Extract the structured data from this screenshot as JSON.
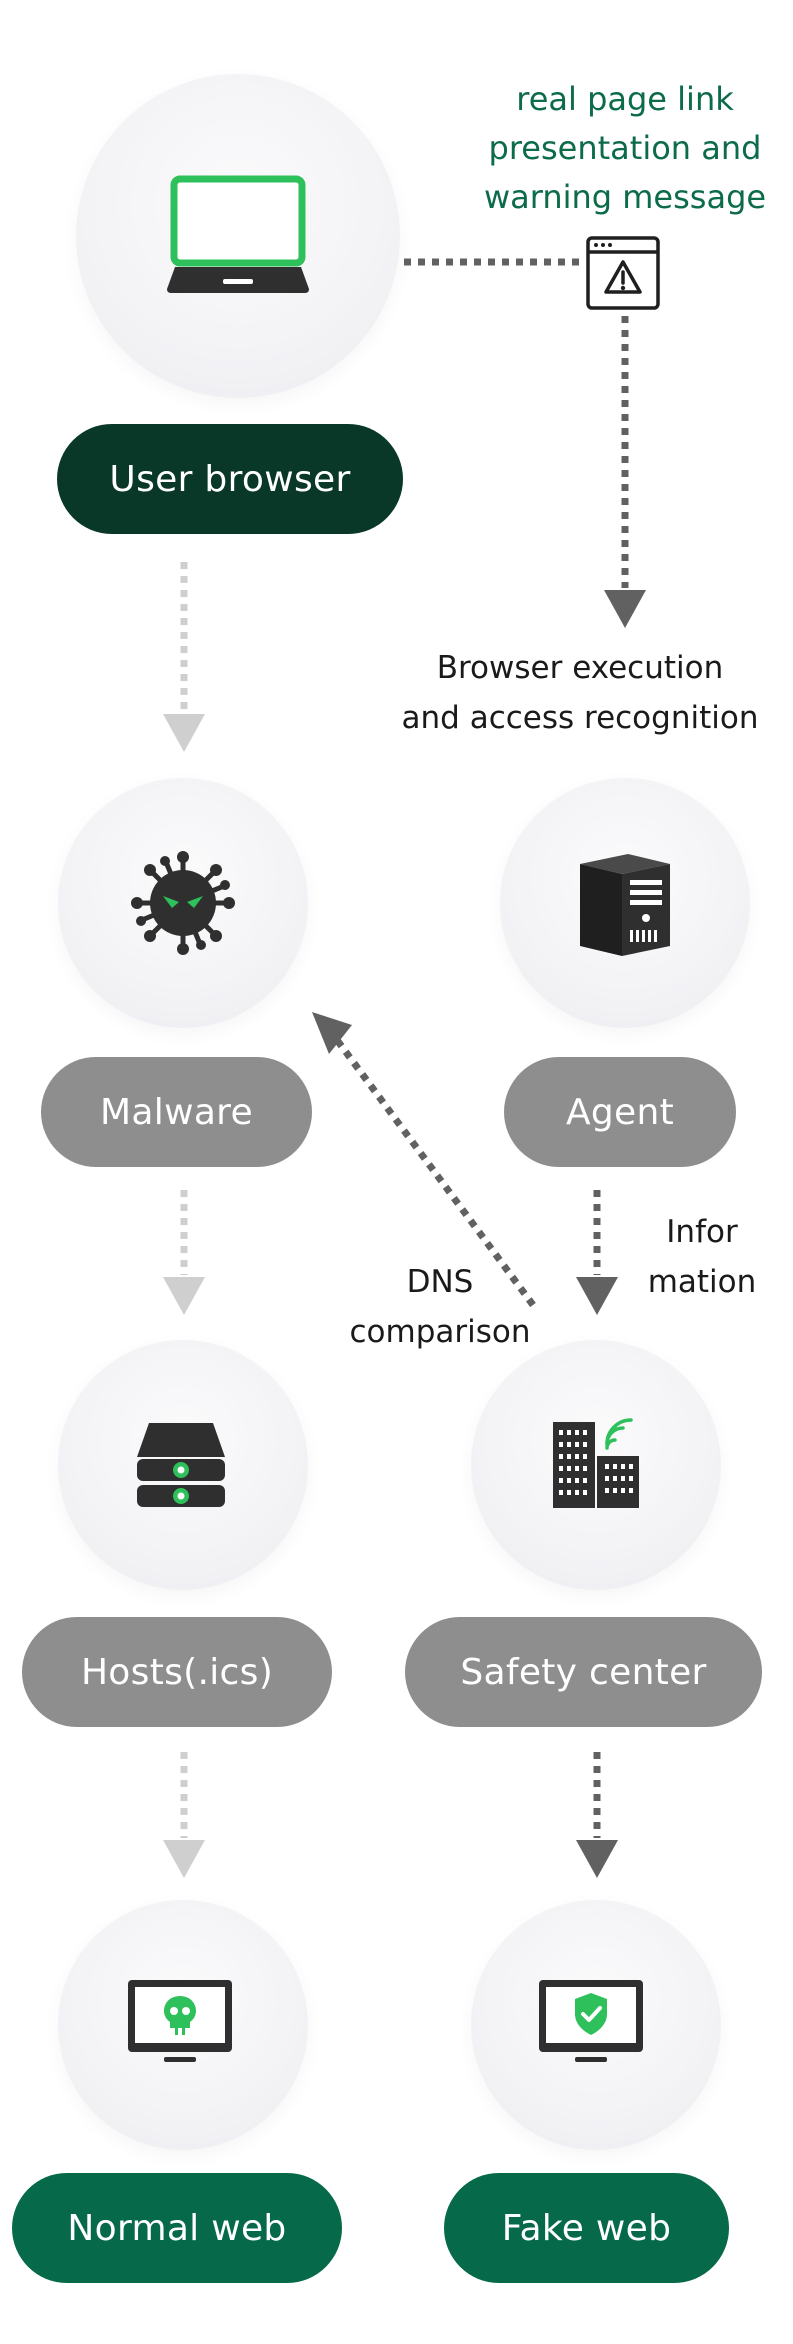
{
  "annotation": {
    "lines": [
      "real page link",
      "presentation and",
      "warning message"
    ],
    "color": "#0c6b48"
  },
  "nodes": {
    "user_browser": {
      "label": "User browser",
      "color": "#093829",
      "icon": "laptop-icon"
    },
    "malware": {
      "label": "Malware",
      "color": "#8e8e8e",
      "icon": "virus-icon"
    },
    "agent": {
      "label": "Agent",
      "color": "#8e8e8e",
      "icon": "server-tower-icon"
    },
    "hosts": {
      "label": "Hosts(.ics)",
      "color": "#8e8e8e",
      "icon": "storage-drive-icon"
    },
    "safety_center": {
      "label": "Safety center",
      "color": "#8e8e8e",
      "icon": "office-building-icon"
    },
    "normal_web": {
      "label": "Normal web",
      "color": "#066a4a",
      "icon": "skull-monitor-icon"
    },
    "fake_web": {
      "label": "Fake web",
      "color": "#066a4a",
      "icon": "shield-monitor-icon"
    }
  },
  "edge_labels": {
    "browser_execution": [
      "Browser execution",
      "and access recognition"
    ],
    "dns_comparison": [
      "DNS",
      "comparison"
    ],
    "information": [
      "Infor",
      "mation"
    ]
  },
  "colors": {
    "accent_green": "#2ec05a",
    "dark": "#2f2f2f",
    "light_connector": "#cfcfcf",
    "dark_connector": "#616161"
  }
}
